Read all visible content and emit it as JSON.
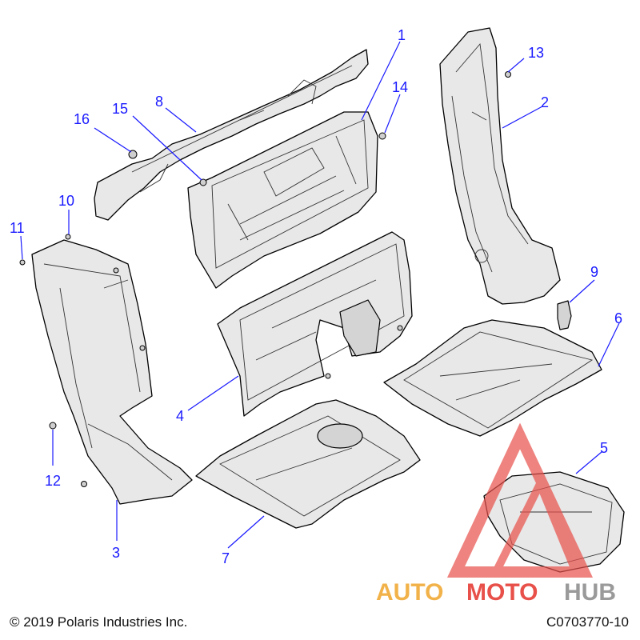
{
  "callouts": [
    {
      "id": "1",
      "label": "1"
    },
    {
      "id": "2",
      "label": "2"
    },
    {
      "id": "3",
      "label": "3"
    },
    {
      "id": "4",
      "label": "4"
    },
    {
      "id": "5",
      "label": "5"
    },
    {
      "id": "6",
      "label": "6"
    },
    {
      "id": "7",
      "label": "7"
    },
    {
      "id": "8",
      "label": "8"
    },
    {
      "id": "9",
      "label": "9"
    },
    {
      "id": "10",
      "label": "10"
    },
    {
      "id": "11",
      "label": "11"
    },
    {
      "id": "12",
      "label": "12"
    },
    {
      "id": "13",
      "label": "13"
    },
    {
      "id": "14",
      "label": "14"
    },
    {
      "id": "15",
      "label": "15"
    },
    {
      "id": "16",
      "label": "16"
    }
  ],
  "footer": {
    "copyright": "© 2019 Polaris Industries Inc.",
    "drawing_code": "C0703770-10"
  },
  "watermark": {
    "part_a": "AUTO",
    "part_b": "MOTO",
    "part_c": "HUB",
    "colors": {
      "auto": "#f2b24a",
      "moto": "#e8504a",
      "hub": "#9a9a9a",
      "triangle": "#e8504a"
    }
  },
  "colors": {
    "callout": "#1a1aff",
    "part_fill": "#e8e8e8",
    "outline": "#000000"
  }
}
